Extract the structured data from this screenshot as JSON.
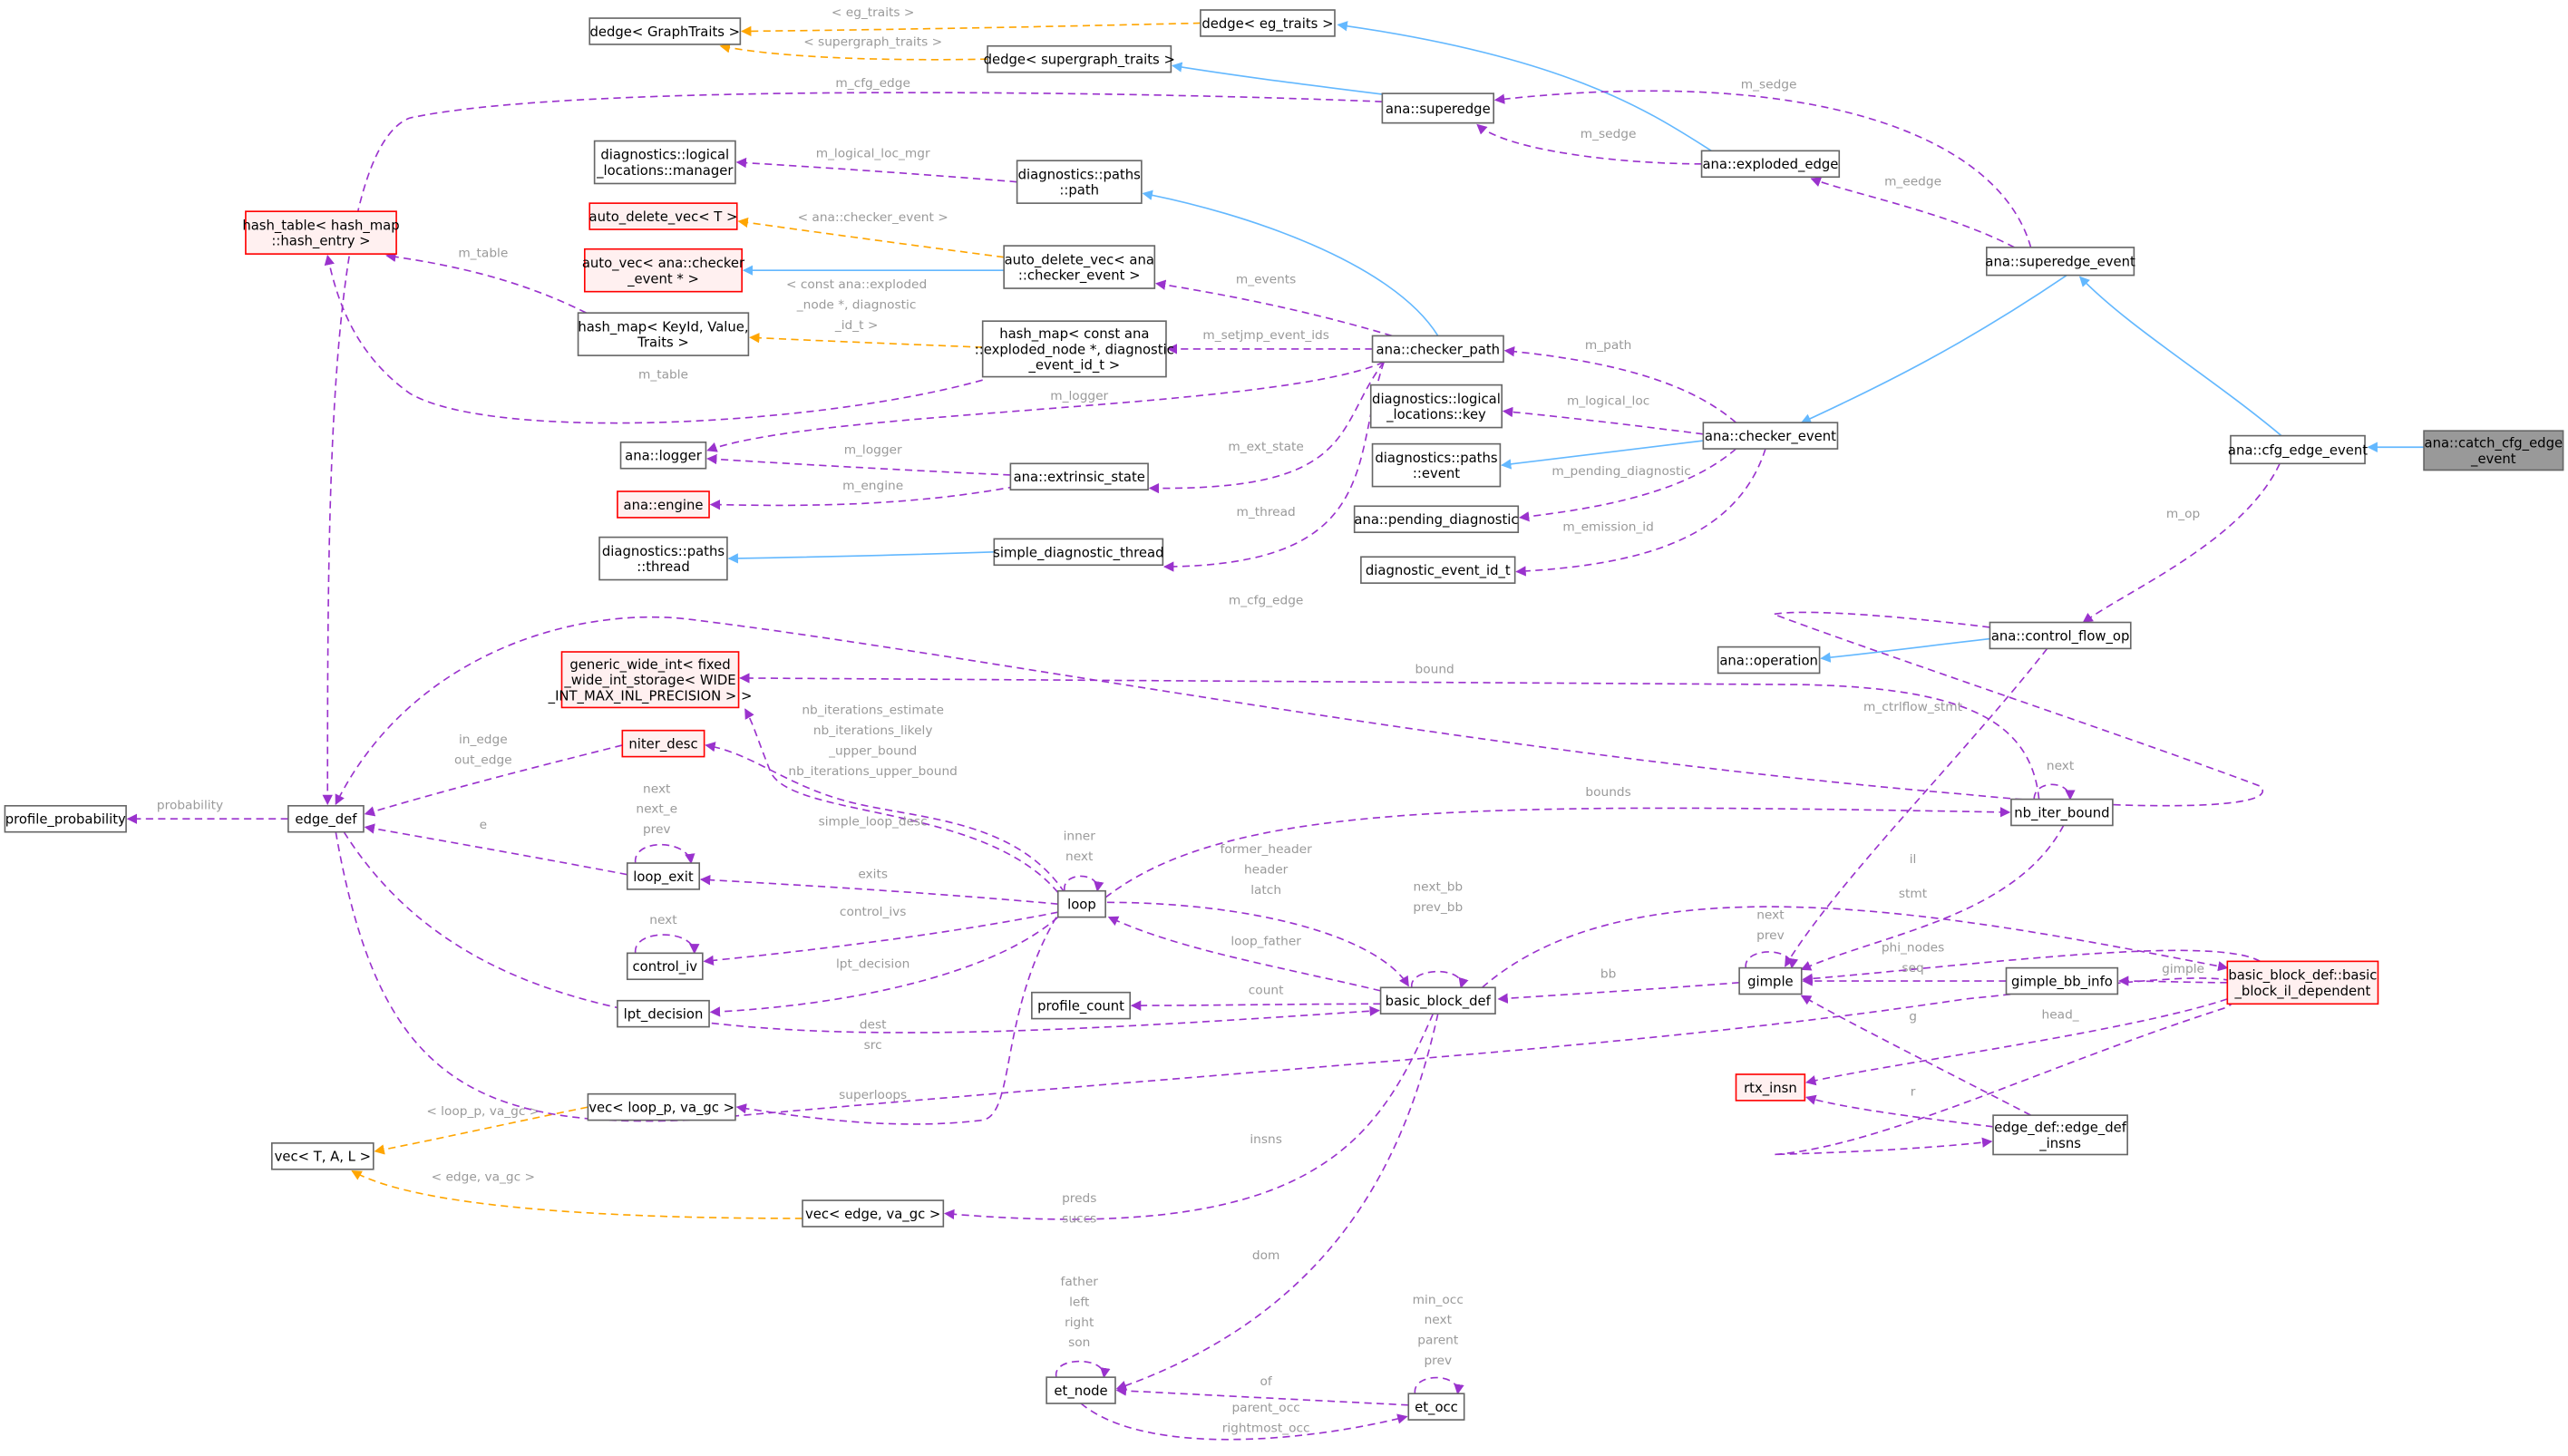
{
  "legend_colors": {
    "member": "#9a32cd",
    "inherit": "#63b8ff",
    "template": "#ffa500",
    "incomplete_border": "#ff0000",
    "focus_fill": "#999999"
  },
  "nodes": [
    {
      "id": "dedge_graphtraits",
      "lines": [
        "dedge< GraphTraits >"
      ],
      "style": "plain"
    },
    {
      "id": "dedge_eg",
      "lines": [
        "dedge< eg_traits >"
      ],
      "style": "plain"
    },
    {
      "id": "dedge_super",
      "lines": [
        "dedge< supergraph_traits >"
      ],
      "style": "plain"
    },
    {
      "id": "superedge",
      "lines": [
        "ana::superedge"
      ],
      "style": "plain"
    },
    {
      "id": "exploded_edge",
      "lines": [
        "ana::exploded_edge"
      ],
      "style": "plain"
    },
    {
      "id": "logical_manager",
      "lines": [
        "diagnostics::logical",
        "_locations::manager"
      ],
      "style": "plain"
    },
    {
      "id": "paths_path",
      "lines": [
        "diagnostics::paths",
        "::path"
      ],
      "style": "plain"
    },
    {
      "id": "hash_table",
      "lines": [
        "hash_table< hash_map",
        "::hash_entry >"
      ],
      "style": "incomplete"
    },
    {
      "id": "auto_delete_T",
      "lines": [
        "auto_delete_vec< T >"
      ],
      "style": "incomplete"
    },
    {
      "id": "auto_vec",
      "lines": [
        "auto_vec< ana::checker",
        "_event * >"
      ],
      "style": "incomplete"
    },
    {
      "id": "auto_delete_checker",
      "lines": [
        "auto_delete_vec< ana",
        "::checker_event >"
      ],
      "style": "plain"
    },
    {
      "id": "superedge_event",
      "lines": [
        "ana::superedge_event"
      ],
      "style": "plain"
    },
    {
      "id": "hash_map_kv",
      "lines": [
        "hash_map< KeyId, Value,",
        "Traits >"
      ],
      "style": "plain"
    },
    {
      "id": "hash_map_const",
      "lines": [
        "hash_map< const ana",
        "::exploded_node *, diagnostic",
        "_event_id_t >"
      ],
      "style": "plain"
    },
    {
      "id": "checker_path",
      "lines": [
        "ana::checker_path"
      ],
      "style": "plain"
    },
    {
      "id": "logical_key",
      "lines": [
        "diagnostics::logical",
        "_locations::key"
      ],
      "style": "plain"
    },
    {
      "id": "checker_event",
      "lines": [
        "ana::checker_event"
      ],
      "style": "plain"
    },
    {
      "id": "cfg_edge_event",
      "lines": [
        "ana::cfg_edge_event"
      ],
      "style": "plain"
    },
    {
      "id": "catch_cfg",
      "lines": [
        "ana::catch_cfg_edge",
        "_event"
      ],
      "style": "focus"
    },
    {
      "id": "logger",
      "lines": [
        "ana::logger"
      ],
      "style": "plain"
    },
    {
      "id": "paths_event",
      "lines": [
        "diagnostics::paths",
        "::event"
      ],
      "style": "plain"
    },
    {
      "id": "extrinsic",
      "lines": [
        "ana::extrinsic_state"
      ],
      "style": "plain"
    },
    {
      "id": "engine",
      "lines": [
        "ana::engine"
      ],
      "style": "incomplete"
    },
    {
      "id": "pending",
      "lines": [
        "ana::pending_diagnostic"
      ],
      "style": "plain"
    },
    {
      "id": "paths_thread",
      "lines": [
        "diagnostics::paths",
        "::thread"
      ],
      "style": "plain"
    },
    {
      "id": "simple_thread",
      "lines": [
        "simple_diagnostic_thread"
      ],
      "style": "plain"
    },
    {
      "id": "event_id",
      "lines": [
        "diagnostic_event_id_t"
      ],
      "style": "plain"
    },
    {
      "id": "control_flow_op",
      "lines": [
        "ana::control_flow_op"
      ],
      "style": "plain"
    },
    {
      "id": "operation",
      "lines": [
        "ana::operation"
      ],
      "style": "plain"
    },
    {
      "id": "generic_wide",
      "lines": [
        "generic_wide_int< fixed",
        "_wide_int_storage< WIDE",
        "_INT_MAX_INL_PRECISION > >"
      ],
      "style": "incomplete"
    },
    {
      "id": "niter_desc",
      "lines": [
        "niter_desc"
      ],
      "style": "incomplete"
    },
    {
      "id": "nb_iter_bound",
      "lines": [
        "nb_iter_bound"
      ],
      "style": "plain"
    },
    {
      "id": "profile_probability",
      "lines": [
        "profile_probability"
      ],
      "style": "plain"
    },
    {
      "id": "edge_def",
      "lines": [
        "edge_def"
      ],
      "style": "plain"
    },
    {
      "id": "loop_exit",
      "lines": [
        "loop_exit"
      ],
      "style": "plain"
    },
    {
      "id": "loop",
      "lines": [
        "loop"
      ],
      "style": "plain"
    },
    {
      "id": "control_iv",
      "lines": [
        "control_iv"
      ],
      "style": "plain"
    },
    {
      "id": "gimple",
      "lines": [
        "gimple"
      ],
      "style": "plain"
    },
    {
      "id": "gimple_bb_info",
      "lines": [
        "gimple_bb_info"
      ],
      "style": "plain"
    },
    {
      "id": "bb_il_dep",
      "lines": [
        "basic_block_def::basic",
        "_block_il_dependent"
      ],
      "style": "incomplete"
    },
    {
      "id": "basic_block_def",
      "lines": [
        "basic_block_def"
      ],
      "style": "plain"
    },
    {
      "id": "profile_count",
      "lines": [
        "profile_count"
      ],
      "style": "plain"
    },
    {
      "id": "lpt_decision",
      "lines": [
        "lpt_decision"
      ],
      "style": "plain"
    },
    {
      "id": "rtx_insn",
      "lines": [
        "rtx_insn"
      ],
      "style": "incomplete"
    },
    {
      "id": "vec_loop",
      "lines": [
        "vec< loop_p, va_gc >"
      ],
      "style": "plain"
    },
    {
      "id": "edge_def_insns",
      "lines": [
        "edge_def::edge_def",
        "_insns"
      ],
      "style": "plain"
    },
    {
      "id": "vec_TAL",
      "lines": [
        "vec< T, A, L >"
      ],
      "style": "plain"
    },
    {
      "id": "vec_edge",
      "lines": [
        "vec< edge, va_gc >"
      ],
      "style": "plain"
    },
    {
      "id": "et_node",
      "lines": [
        "et_node"
      ],
      "style": "plain"
    },
    {
      "id": "et_occ",
      "lines": [
        "et_occ"
      ],
      "style": "plain"
    }
  ],
  "edges": [
    {
      "id": "e1",
      "from": "dedge_eg",
      "to": "dedge_graphtraits",
      "type": "template",
      "labels": [
        "< eg_traits >"
      ]
    },
    {
      "id": "e2",
      "from": "dedge_super",
      "to": "dedge_graphtraits",
      "type": "template",
      "labels": [
        "< supergraph_traits >"
      ]
    },
    {
      "id": "e3",
      "from": "superedge",
      "to": "dedge_super",
      "type": "inherit",
      "labels": []
    },
    {
      "id": "e4",
      "from": "exploded_edge",
      "to": "dedge_eg",
      "type": "inherit",
      "labels": []
    },
    {
      "id": "e5",
      "from": "superedge_event",
      "to": "superedge",
      "type": "member",
      "labels": [
        "m_sedge"
      ]
    },
    {
      "id": "e6",
      "from": "exploded_edge",
      "to": "superedge",
      "type": "member",
      "labels": [
        "m_sedge"
      ]
    },
    {
      "id": "e7",
      "from": "superedge_event",
      "to": "exploded_edge",
      "type": "member",
      "labels": [
        "m_eedge"
      ]
    },
    {
      "id": "e8",
      "from": "superedge_event",
      "to": "checker_event",
      "type": "inherit",
      "labels": []
    },
    {
      "id": "e9",
      "from": "cfg_edge_event",
      "to": "superedge_event",
      "type": "inherit",
      "labels": []
    },
    {
      "id": "e10",
      "from": "catch_cfg",
      "to": "cfg_edge_event",
      "type": "inherit",
      "labels": []
    },
    {
      "id": "e11",
      "from": "superedge",
      "to": "edge_def",
      "type": "member",
      "labels": [
        "m_cfg_edge"
      ]
    },
    {
      "id": "e12",
      "from": "paths_path",
      "to": "logical_manager",
      "type": "member",
      "labels": [
        "m_logical_loc_mgr"
      ]
    },
    {
      "id": "e13",
      "from": "checker_path",
      "to": "paths_path",
      "type": "inherit",
      "labels": []
    },
    {
      "id": "e14",
      "from": "auto_delete_checker",
      "to": "auto_delete_T",
      "type": "template",
      "labels": [
        "< ana::checker_event >"
      ]
    },
    {
      "id": "e15",
      "from": "auto_delete_checker",
      "to": "auto_vec",
      "type": "inherit",
      "labels": []
    },
    {
      "id": "e16",
      "from": "checker_path",
      "to": "auto_delete_checker",
      "type": "member",
      "labels": [
        "m_events"
      ]
    },
    {
      "id": "e17",
      "from": "hash_map_const",
      "to": "hash_map_kv",
      "type": "template",
      "labels": [
        "< const ana::exploded",
        "_node *, diagnostic",
        "_id_t >"
      ]
    },
    {
      "id": "e18",
      "from": "checker_path",
      "to": "hash_map_const",
      "type": "member",
      "labels": [
        "m_setjmp_event_ids"
      ]
    },
    {
      "id": "e19",
      "from": "hash_map_kv",
      "to": "hash_table",
      "type": "member",
      "labels": [
        "m_table"
      ]
    },
    {
      "id": "e20",
      "from": "hash_map_const",
      "to": "hash_table",
      "type": "member",
      "labels": [
        "m_table"
      ]
    },
    {
      "id": "e21",
      "from": "checker_path",
      "to": "logger",
      "type": "member",
      "labels": [
        "m_logger"
      ]
    },
    {
      "id": "e22",
      "from": "extrinsic",
      "to": "logger",
      "type": "member",
      "labels": [
        "m_logger"
      ]
    },
    {
      "id": "e23",
      "from": "extrinsic",
      "to": "engine",
      "type": "member",
      "labels": [
        "m_engine"
      ]
    },
    {
      "id": "e24",
      "from": "checker_path",
      "to": "extrinsic",
      "type": "member",
      "labels": [
        "m_ext_state"
      ]
    },
    {
      "id": "e25",
      "from": "simple_thread",
      "to": "paths_thread",
      "type": "inherit",
      "labels": []
    },
    {
      "id": "e26",
      "from": "checker_path",
      "to": "simple_thread",
      "type": "member",
      "labels": [
        "m_thread"
      ]
    },
    {
      "id": "e27",
      "from": "checker_event",
      "to": "checker_path",
      "type": "member",
      "labels": [
        "m_path"
      ]
    },
    {
      "id": "e28",
      "from": "checker_event",
      "to": "logical_key",
      "type": "member",
      "labels": [
        "m_logical_loc"
      ]
    },
    {
      "id": "e29",
      "from": "checker_event",
      "to": "paths_event",
      "type": "inherit",
      "labels": []
    },
    {
      "id": "e30",
      "from": "checker_event",
      "to": "pending",
      "type": "member",
      "labels": [
        "m_pending_diagnostic"
      ]
    },
    {
      "id": "e31",
      "from": "checker_event",
      "to": "event_id",
      "type": "member",
      "labels": [
        "m_emission_id"
      ]
    },
    {
      "id": "e32",
      "from": "cfg_edge_event",
      "to": "control_flow_op",
      "type": "member",
      "labels": [
        "m_op"
      ]
    },
    {
      "id": "e33",
      "from": "control_flow_op",
      "to": "operation",
      "type": "inherit",
      "labels": []
    },
    {
      "id": "e34",
      "from": "control_flow_op",
      "to": "gimple",
      "type": "member",
      "labels": [
        "m_ctrlflow_stmt"
      ]
    },
    {
      "id": "e35",
      "from": "control_flow_op",
      "to": "edge_def",
      "type": "member",
      "labels": [
        "m_cfg_edge"
      ]
    },
    {
      "id": "e36",
      "from": "nb_iter_bound",
      "to": "generic_wide",
      "type": "member",
      "labels": [
        "bound"
      ]
    },
    {
      "id": "e37",
      "from": "nb_iter_bound",
      "to": "nb_iter_bound",
      "type": "member",
      "labels": [
        "next"
      ]
    },
    {
      "id": "e38",
      "from": "nb_iter_bound",
      "to": "gimple",
      "type": "member",
      "labels": [
        "stmt"
      ]
    },
    {
      "id": "e39",
      "from": "loop",
      "to": "nb_iter_bound",
      "type": "member",
      "labels": [
        "bounds"
      ]
    },
    {
      "id": "e40",
      "from": "loop",
      "to": "generic_wide",
      "type": "member",
      "labels": [
        "nb_iterations_estimate",
        "nb_iterations_likely",
        "_upper_bound",
        "nb_iterations_upper_bound"
      ]
    },
    {
      "id": "e41",
      "from": "loop",
      "to": "niter_desc",
      "type": "member",
      "labels": [
        "simple_loop_desc"
      ]
    },
    {
      "id": "e42",
      "from": "niter_desc",
      "to": "edge_def",
      "type": "member",
      "labels": [
        "in_edge",
        "out_edge"
      ]
    },
    {
      "id": "e43",
      "from": "loop_exit",
      "to": "edge_def",
      "type": "member",
      "labels": [
        "e"
      ]
    },
    {
      "id": "e44",
      "from": "loop_exit",
      "to": "loop_exit",
      "type": "member",
      "labels": [
        "next",
        "next_e",
        "prev"
      ]
    },
    {
      "id": "e45",
      "from": "loop",
      "to": "loop_exit",
      "type": "member",
      "labels": [
        "exits"
      ]
    },
    {
      "id": "e46",
      "from": "control_iv",
      "to": "control_iv",
      "type": "member",
      "labels": [
        "next"
      ]
    },
    {
      "id": "e47",
      "from": "loop",
      "to": "control_iv",
      "type": "member",
      "labels": [
        "control_ivs"
      ]
    },
    {
      "id": "e48",
      "from": "loop",
      "to": "lpt_decision",
      "type": "member",
      "labels": [
        "lpt_decision"
      ]
    },
    {
      "id": "e49",
      "from": "loop",
      "to": "loop",
      "type": "member",
      "labels": [
        "inner",
        "next"
      ]
    },
    {
      "id": "e50",
      "from": "loop",
      "to": "basic_block_def",
      "type": "member",
      "labels": [
        "former_header",
        "header",
        "latch"
      ]
    },
    {
      "id": "e51",
      "from": "basic_block_def",
      "to": "loop",
      "type": "member",
      "labels": [
        "loop_father"
      ]
    },
    {
      "id": "e52",
      "from": "basic_block_def",
      "to": "basic_block_def",
      "type": "member",
      "labels": [
        "next_bb",
        "prev_bb"
      ]
    },
    {
      "id": "e53",
      "from": "basic_block_def",
      "to": "profile_count",
      "type": "member",
      "labels": [
        "count"
      ]
    },
    {
      "id": "e54",
      "from": "edge_def",
      "to": "basic_block_def",
      "type": "member",
      "labels": [
        "dest",
        "src"
      ]
    },
    {
      "id": "e55",
      "from": "gimple",
      "to": "basic_block_def",
      "type": "member",
      "labels": [
        "bb"
      ]
    },
    {
      "id": "e56",
      "from": "loop",
      "to": "vec_loop",
      "type": "member",
      "labels": [
        "superloops"
      ]
    },
    {
      "id": "e57",
      "from": "vec_loop",
      "to": "vec_TAL",
      "type": "template",
      "labels": [
        "< loop_p, va_gc >"
      ]
    },
    {
      "id": "e58",
      "from": "vec_edge",
      "to": "vec_TAL",
      "type": "template",
      "labels": [
        "< edge, va_gc >"
      ]
    },
    {
      "id": "e59",
      "from": "basic_block_def",
      "to": "vec_edge",
      "type": "member",
      "labels": [
        "preds",
        "succs"
      ]
    },
    {
      "id": "e60",
      "from": "basic_block_def",
      "to": "et_node",
      "type": "member",
      "labels": [
        "dom"
      ]
    },
    {
      "id": "e61",
      "from": "et_node",
      "to": "et_node",
      "type": "member",
      "labels": [
        "father",
        "left",
        "right",
        "son"
      ]
    },
    {
      "id": "e62",
      "from": "et_occ",
      "to": "et_node",
      "type": "member",
      "labels": [
        "of"
      ]
    },
    {
      "id": "e63",
      "from": "et_node",
      "to": "et_occ",
      "type": "member",
      "labels": [
        "parent_occ",
        "rightmost_occ"
      ]
    },
    {
      "id": "e64",
      "from": "et_occ",
      "to": "et_occ",
      "type": "member",
      "labels": [
        "min_occ",
        "next",
        "parent",
        "prev"
      ]
    },
    {
      "id": "e65",
      "from": "basic_block_def",
      "to": "bb_il_dep",
      "type": "member",
      "labels": [
        "il"
      ]
    },
    {
      "id": "e66",
      "from": "gimple",
      "to": "gimple",
      "type": "member",
      "labels": [
        "next",
        "prev"
      ]
    },
    {
      "id": "e67",
      "from": "bb_il_dep",
      "to": "gimple",
      "type": "member",
      "labels": [
        "phi_nodes",
        "seq"
      ]
    },
    {
      "id": "e68",
      "from": "gimple_bb_info",
      "to": "gimple",
      "type": "member",
      "labels": []
    },
    {
      "id": "e69",
      "from": "bb_il_dep",
      "to": "gimple_bb_info",
      "type": "member",
      "labels": [
        "gimple"
      ]
    },
    {
      "id": "e70",
      "from": "bb_il_dep",
      "to": "rtx_insn",
      "type": "member",
      "labels": [
        "head_"
      ]
    },
    {
      "id": "e71",
      "from": "edge_def_insns",
      "to": "gimple",
      "type": "member",
      "labels": [
        "g"
      ]
    },
    {
      "id": "e72",
      "from": "edge_def_insns",
      "to": "rtx_insn",
      "type": "member",
      "labels": [
        "r"
      ]
    },
    {
      "id": "e73",
      "from": "edge_def",
      "to": "edge_def_insns",
      "type": "member",
      "labels": [
        "insns"
      ]
    },
    {
      "id": "e74",
      "from": "edge_def",
      "to": "profile_probability",
      "type": "member",
      "labels": [
        "probability"
      ]
    }
  ]
}
